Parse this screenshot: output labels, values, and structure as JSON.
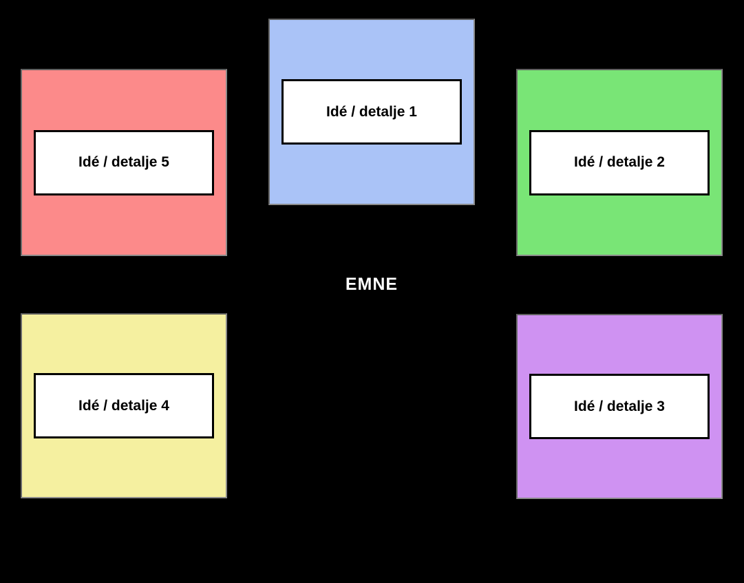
{
  "center_label": "EMNE",
  "cells": [
    {
      "id": 1,
      "label": "Idé / detalje 1",
      "color": "#aac3f7",
      "position": "top-center"
    },
    {
      "id": 2,
      "label": "Idé / detalje 2",
      "color": "#79e576",
      "position": "top-right"
    },
    {
      "id": 3,
      "label": "Idé / detalje 3",
      "color": "#cf92f2",
      "position": "bottom-right"
    },
    {
      "id": 4,
      "label": "Idé / detalje 4",
      "color": "#f5f0a0",
      "position": "bottom-left"
    },
    {
      "id": 5,
      "label": "Idé / detalje 5",
      "color": "#fc8a8a",
      "position": "top-left"
    }
  ],
  "colors": {
    "background": "#000000",
    "cell_border": "#8c8c8c",
    "label_background": "#ffffff",
    "label_border": "#000000",
    "label_text": "#000000",
    "center_text": "#ffffff"
  }
}
